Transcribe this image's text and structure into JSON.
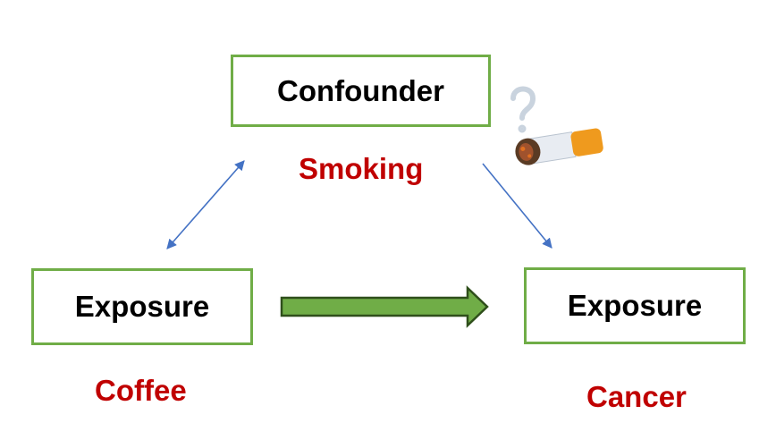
{
  "colors": {
    "box_border": "#70ad47",
    "label_red": "#c00000",
    "arrow_blue": "#4472c4",
    "arrow_green": "#70ad47"
  },
  "nodes": {
    "confounder": {
      "title": "Confounder",
      "example": "Smoking"
    },
    "exposure": {
      "title": "Exposure",
      "example": "Coffee"
    },
    "outcome": {
      "title": "Exposure",
      "example": "Cancer"
    }
  },
  "edges": [
    {
      "from": "confounder",
      "to": "exposure",
      "style": "bidirectional",
      "color": "#4472c4"
    },
    {
      "from": "confounder",
      "to": "outcome",
      "style": "directed",
      "color": "#4472c4"
    },
    {
      "from": "exposure",
      "to": "outcome",
      "style": "block-arrow",
      "color": "#70ad47"
    }
  ],
  "icons": [
    "cigarette-icon",
    "question-smoke-icon"
  ]
}
